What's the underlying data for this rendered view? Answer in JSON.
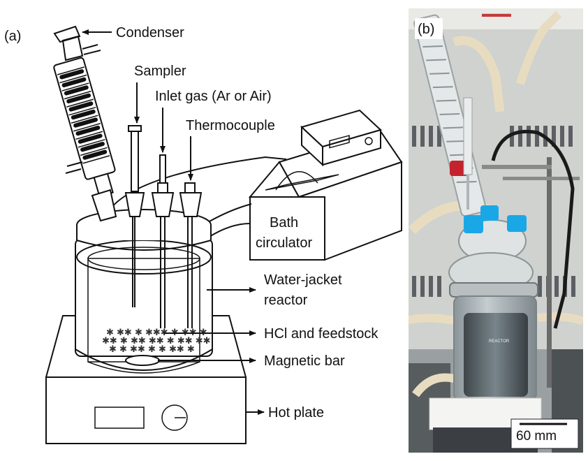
{
  "panel_a": {
    "tag": "(a)",
    "labels": {
      "condenser": "Condenser",
      "sampler": "Sampler",
      "inlet_gas": "Inlet gas (Ar or Air)",
      "thermocouple": "Thermocouple",
      "bath_line1": "Bath",
      "bath_line2": "circulator",
      "reactor_line1": "Water-jacket",
      "reactor_line2": "reactor",
      "hcl": "HCl and feedstock",
      "magnetic_bar": "Magnetic bar",
      "hot_plate": "Hot plate"
    }
  },
  "panel_b": {
    "tag": "(b)",
    "scale_bar": "60 mm"
  },
  "colors": {
    "line": "#111111",
    "cap_blue": "#1aa7e6",
    "clamp_red": "#c4232d",
    "tube": "#e8dcc0"
  }
}
